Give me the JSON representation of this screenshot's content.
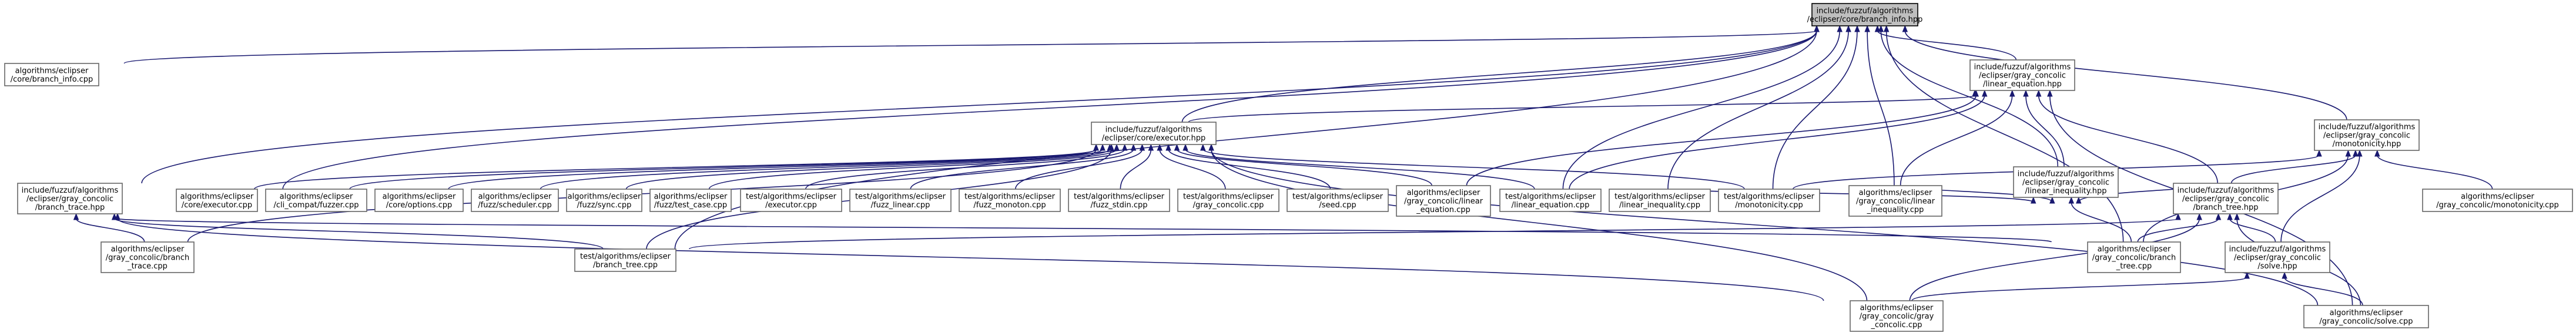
{
  "diagram": {
    "nodes": [
      {
        "id": "root",
        "label": [
          "include/fuzzuf/algorithms",
          "/eclipser/core/branch_info.hpp"
        ]
      },
      {
        "id": "branch_info_cpp",
        "label": [
          "algorithms/eclipser",
          "/core/branch_info.cpp"
        ]
      },
      {
        "id": "linear_equation_hpp",
        "label": [
          "include/fuzzuf/algorithms",
          "/eclipser/gray_concolic",
          "/linear_equation.hpp"
        ]
      },
      {
        "id": "executor_hpp",
        "label": [
          "include/fuzzuf/algorithms",
          "/eclipser/core/executor.hpp"
        ]
      },
      {
        "id": "monotonicity_hpp",
        "label": [
          "include/fuzzuf/algorithms",
          "/eclipser/gray_concolic",
          "/monotonicity.hpp"
        ]
      },
      {
        "id": "linear_inequality_hpp",
        "label": [
          "include/fuzzuf/algorithms",
          "/eclipser/gray_concolic",
          "/linear_inequality.hpp"
        ]
      },
      {
        "id": "branch_trace_hpp",
        "label": [
          "include/fuzzuf/algorithms",
          "/eclipser/gray_concolic",
          "/branch_trace.hpp"
        ]
      },
      {
        "id": "core_executor_cpp",
        "label": [
          "algorithms/eclipser",
          "/core/executor.cpp"
        ]
      },
      {
        "id": "cli_compat_fuzzer_cpp",
        "label": [
          "algorithms/eclipser",
          "/cli_compat/fuzzer.cpp"
        ]
      },
      {
        "id": "core_options_cpp",
        "label": [
          "algorithms/eclipser",
          "/core/options.cpp"
        ]
      },
      {
        "id": "fuzz_scheduler_cpp",
        "label": [
          "algorithms/eclipser",
          "/fuzz/scheduler.cpp"
        ]
      },
      {
        "id": "fuzz_sync_cpp",
        "label": [
          "algorithms/eclipser",
          "/fuzz/sync.cpp"
        ]
      },
      {
        "id": "fuzz_test_case_cpp",
        "label": [
          "algorithms/eclipser",
          "/fuzz/test_case.cpp"
        ]
      },
      {
        "id": "test_executor_cpp",
        "label": [
          "test/algorithms/eclipser",
          "/executor.cpp"
        ]
      },
      {
        "id": "test_fuzz_linear_cpp",
        "label": [
          "test/algorithms/eclipser",
          "/fuzz_linear.cpp"
        ]
      },
      {
        "id": "test_fuzz_monoton_cpp",
        "label": [
          "test/algorithms/eclipser",
          "/fuzz_monoton.cpp"
        ]
      },
      {
        "id": "test_fuzz_stdin_cpp",
        "label": [
          "test/algorithms/eclipser",
          "/fuzz_stdin.cpp"
        ]
      },
      {
        "id": "test_gray_concolic_cpp",
        "label": [
          "test/algorithms/eclipser",
          "/gray_concolic.cpp"
        ]
      },
      {
        "id": "test_seed_cpp",
        "label": [
          "test/algorithms/eclipser",
          "/seed.cpp"
        ]
      },
      {
        "id": "linear_equation_cpp",
        "label": [
          "algorithms/eclipser",
          "/gray_concolic/linear",
          "_equation.cpp"
        ]
      },
      {
        "id": "test_linear_equation_cpp",
        "label": [
          "test/algorithms/eclipser",
          "/linear_equation.cpp"
        ]
      },
      {
        "id": "test_linear_inequality_cpp",
        "label": [
          "test/algorithms/eclipser",
          "/linear_inequality.cpp"
        ]
      },
      {
        "id": "test_monotonicity_cpp",
        "label": [
          "test/algorithms/eclipser",
          "/monotonicity.cpp"
        ]
      },
      {
        "id": "linear_inequality_cpp",
        "label": [
          "algorithms/eclipser",
          "/gray_concolic/linear",
          "_inequality.cpp"
        ]
      },
      {
        "id": "branch_tree_hpp",
        "label": [
          "include/fuzzuf/algorithms",
          "/eclipser/gray_concolic",
          "/branch_tree.hpp"
        ]
      },
      {
        "id": "monotonicity_cpp",
        "label": [
          "algorithms/eclipser",
          "/gray_concolic/monotonicity.cpp"
        ]
      },
      {
        "id": "branch_trace_cpp",
        "label": [
          "algorithms/eclipser",
          "/gray_concolic/branch",
          "_trace.cpp"
        ]
      },
      {
        "id": "test_branch_tree_cpp",
        "label": [
          "test/algorithms/eclipser",
          "/branch_tree.cpp"
        ]
      },
      {
        "id": "branch_tree_cpp",
        "label": [
          "algorithms/eclipser",
          "/gray_concolic/branch",
          "_tree.cpp"
        ]
      },
      {
        "id": "solve_hpp",
        "label": [
          "include/fuzzuf/algorithms",
          "/eclipser/gray_concolic",
          "/solve.hpp"
        ]
      },
      {
        "id": "gray_concolic_cpp",
        "label": [
          "algorithms/eclipser",
          "/gray_concolic/gray",
          "_concolic.cpp"
        ]
      },
      {
        "id": "solve_cpp",
        "label": [
          "algorithms/eclipser",
          "/gray_concolic/solve.cpp"
        ]
      }
    ],
    "edges": [
      [
        "branch_info_cpp",
        "root"
      ],
      [
        "linear_equation_hpp",
        "root"
      ],
      [
        "executor_hpp",
        "root"
      ],
      [
        "monotonicity_hpp",
        "root"
      ],
      [
        "linear_inequality_hpp",
        "root"
      ],
      [
        "branch_trace_hpp",
        "root"
      ],
      [
        "core_executor_cpp",
        "root"
      ],
      [
        "test_branch_tree_cpp",
        "root"
      ],
      [
        "test_linear_equation_cpp",
        "root"
      ],
      [
        "test_linear_inequality_cpp",
        "root"
      ],
      [
        "test_monotonicity_cpp",
        "root"
      ],
      [
        "linear_inequality_cpp",
        "root"
      ],
      [
        "branch_tree_cpp",
        "root"
      ],
      [
        "executor_hpp",
        "linear_equation_hpp"
      ],
      [
        "linear_inequality_hpp",
        "linear_equation_hpp"
      ],
      [
        "linear_equation_cpp",
        "linear_equation_hpp"
      ],
      [
        "test_linear_equation_cpp",
        "linear_equation_hpp"
      ],
      [
        "linear_inequality_cpp",
        "linear_equation_hpp"
      ],
      [
        "branch_tree_hpp",
        "linear_equation_hpp"
      ],
      [
        "solve_cpp",
        "linear_equation_hpp"
      ],
      [
        "core_executor_cpp",
        "executor_hpp"
      ],
      [
        "cli_compat_fuzzer_cpp",
        "executor_hpp"
      ],
      [
        "core_options_cpp",
        "executor_hpp"
      ],
      [
        "fuzz_scheduler_cpp",
        "executor_hpp"
      ],
      [
        "fuzz_sync_cpp",
        "executor_hpp"
      ],
      [
        "fuzz_test_case_cpp",
        "executor_hpp"
      ],
      [
        "test_executor_cpp",
        "executor_hpp"
      ],
      [
        "test_fuzz_linear_cpp",
        "executor_hpp"
      ],
      [
        "test_fuzz_monoton_cpp",
        "executor_hpp"
      ],
      [
        "test_fuzz_stdin_cpp",
        "executor_hpp"
      ],
      [
        "test_gray_concolic_cpp",
        "executor_hpp"
      ],
      [
        "test_seed_cpp",
        "executor_hpp"
      ],
      [
        "linear_equation_cpp",
        "executor_hpp"
      ],
      [
        "test_linear_equation_cpp",
        "executor_hpp"
      ],
      [
        "test_monotonicity_cpp",
        "executor_hpp"
      ],
      [
        "branch_trace_cpp",
        "executor_hpp"
      ],
      [
        "test_branch_tree_cpp",
        "executor_hpp"
      ],
      [
        "gray_concolic_cpp",
        "executor_hpp"
      ],
      [
        "solve_cpp",
        "executor_hpp"
      ],
      [
        "test_monotonicity_cpp",
        "monotonicity_hpp"
      ],
      [
        "branch_tree_hpp",
        "monotonicity_hpp"
      ],
      [
        "monotonicity_cpp",
        "monotonicity_hpp"
      ],
      [
        "solve_hpp",
        "monotonicity_hpp"
      ],
      [
        "branch_tree_cpp",
        "monotonicity_hpp"
      ],
      [
        "test_linear_inequality_cpp",
        "linear_inequality_hpp"
      ],
      [
        "linear_inequality_cpp",
        "linear_inequality_hpp"
      ],
      [
        "branch_tree_hpp",
        "linear_inequality_hpp"
      ],
      [
        "branch_tree_cpp",
        "linear_inequality_hpp"
      ],
      [
        "branch_trace_cpp",
        "branch_trace_hpp"
      ],
      [
        "test_branch_tree_cpp",
        "branch_trace_hpp"
      ],
      [
        "gray_concolic_cpp",
        "branch_trace_hpp"
      ],
      [
        "branch_tree_cpp",
        "branch_trace_hpp"
      ],
      [
        "test_branch_tree_cpp",
        "branch_tree_hpp"
      ],
      [
        "branch_tree_cpp",
        "branch_tree_hpp"
      ],
      [
        "solve_hpp",
        "branch_tree_hpp"
      ],
      [
        "gray_concolic_cpp",
        "branch_tree_hpp"
      ],
      [
        "solve_cpp",
        "branch_tree_hpp"
      ],
      [
        "gray_concolic_cpp",
        "solve_hpp"
      ],
      [
        "solve_cpp",
        "solve_hpp"
      ]
    ]
  }
}
